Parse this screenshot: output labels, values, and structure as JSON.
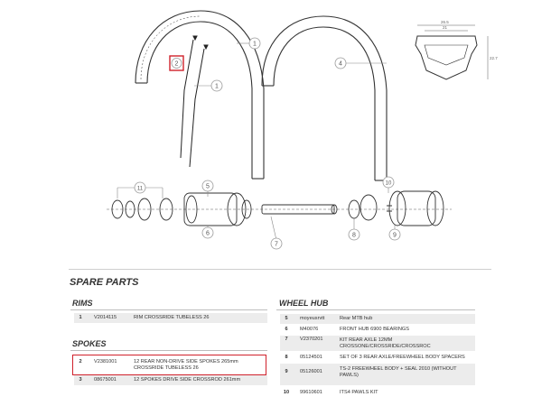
{
  "diagram": {
    "callouts": [
      "1",
      "2",
      "1",
      "4",
      "5",
      "6",
      "7",
      "8",
      "9",
      "10",
      "11"
    ],
    "dims": {
      "outer_width": "26.5",
      "inner_width": "21",
      "height": "22.7"
    },
    "highlight_color": "#d0212b"
  },
  "spare_parts": {
    "title": "SPARE PARTS",
    "rims": {
      "title": "RIMS",
      "rows": [
        {
          "no": "1",
          "ref": "V2014115",
          "desc": "RIM CROSSRIDE TUBELESS 26"
        }
      ]
    },
    "spokes": {
      "title": "SPOKES",
      "rows": [
        {
          "no": "2",
          "ref": "V2381001",
          "desc": "12 REAR NON-DRIVE SIDE SPOKES 265mm CROSSRIDE TUBELESS 26",
          "highlighted": true
        },
        {
          "no": "3",
          "ref": "08675001",
          "desc": "12 SPOKES DRIVE SIDE CROSSROD 261mm"
        }
      ]
    },
    "wheel_hub": {
      "title": "WHEEL HUB",
      "rows": [
        {
          "no": "5",
          "ref": "moyeusrvtt",
          "desc": "Rear MTB hub"
        },
        {
          "no": "6",
          "ref": "M40076",
          "desc": "FRONT HUB 6900 BEARINGS"
        },
        {
          "no": "7",
          "ref": "V2370201",
          "desc": "KIT REAR AXLE 12MM CROSSONE/CROSSRIDE/CROSSROC"
        },
        {
          "no": "8",
          "ref": "05124501",
          "desc": "SET OF 3 REAR AXLE/FREEWHEEL BODY SPACERS"
        },
        {
          "no": "9",
          "ref": "05126001",
          "desc": "TS-2 FREEWHEEL BODY + SEAL 2010 (WITHOUT PAWLS)"
        },
        {
          "no": "10",
          "ref": "99610601",
          "desc": "ITS4 PAWLS KIT"
        }
      ]
    }
  }
}
